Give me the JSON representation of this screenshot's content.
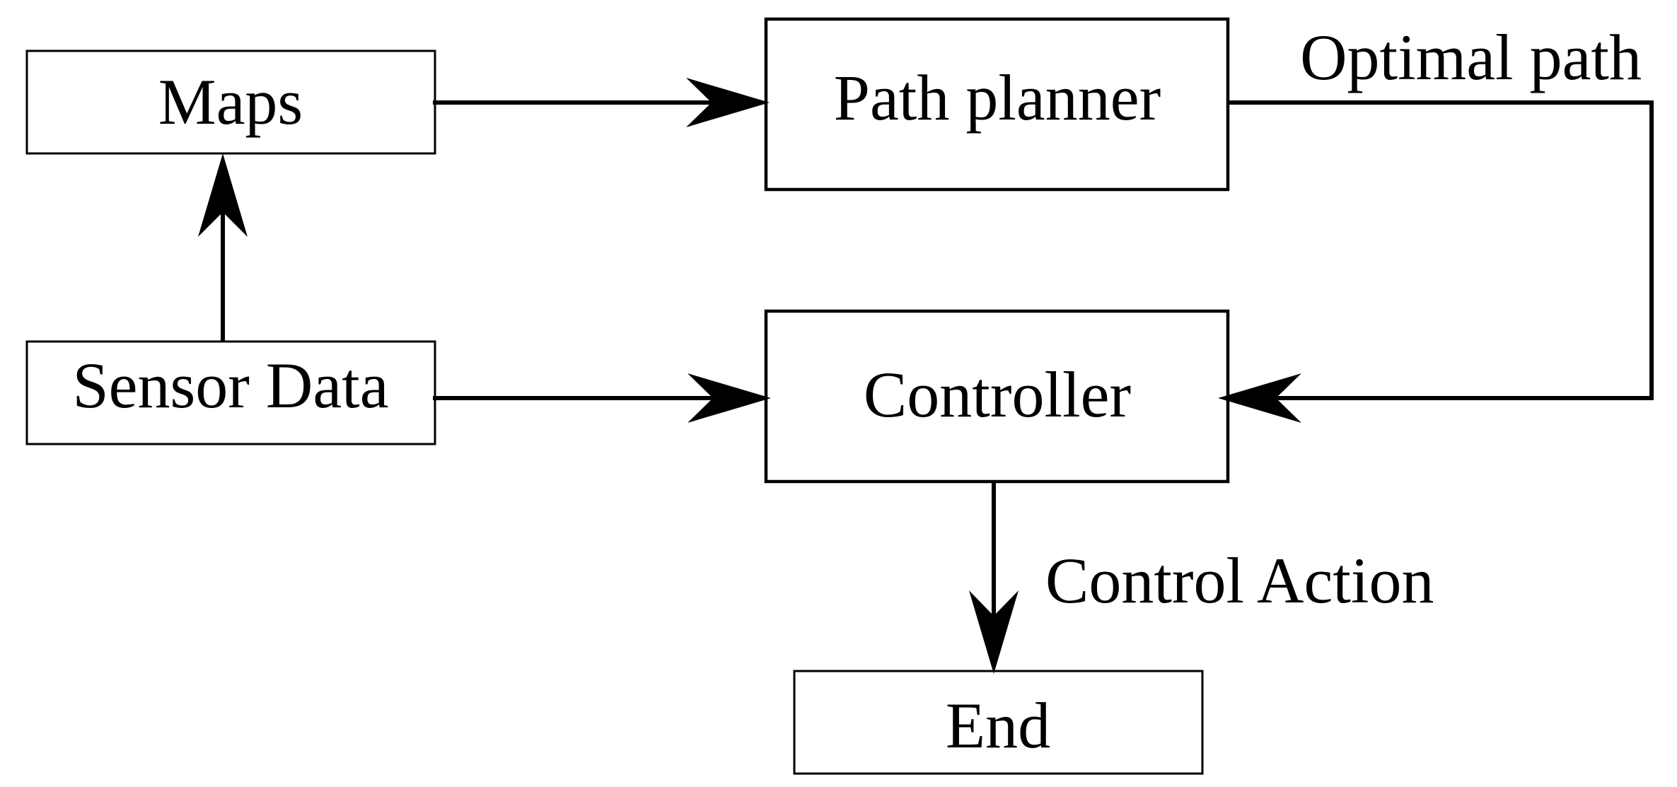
{
  "diagram": {
    "nodes": {
      "maps": "Maps",
      "path_planner": "Path planner",
      "sensor_data": "Sensor Data",
      "controller": "Controller",
      "end": "End"
    },
    "edge_labels": {
      "optimal_path": "Optimal path",
      "control_action": "Control Action"
    },
    "edges": [
      {
        "from": "maps",
        "to": "path_planner"
      },
      {
        "from": "sensor_data",
        "to": "maps"
      },
      {
        "from": "sensor_data",
        "to": "controller"
      },
      {
        "from": "path_planner",
        "to": "controller",
        "label": "optimal_path"
      },
      {
        "from": "controller",
        "to": "end",
        "label": "control_action"
      }
    ]
  }
}
